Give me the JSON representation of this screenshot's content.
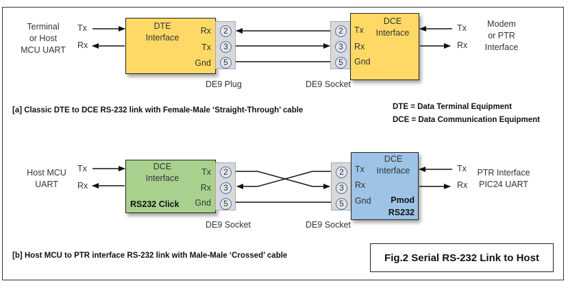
{
  "figure": {
    "title": "Fig.2 Serial RS-232 Link to Host"
  },
  "legend": {
    "dte": "DTE = Data Terminal Equipment",
    "dce": "DCE = Data Communication Equipment"
  },
  "colors": {
    "dte_box": "#FFD966",
    "click_box": "#A9D18E",
    "pmod_box": "#9DC3E6",
    "connector": "#D9D9D9",
    "pin_ring": "#4472C4"
  },
  "diagram_a": {
    "caption": "[a] Classic DTE to DCE RS-232 link with Female-Male ‘Straight-Through’  cable",
    "left_device": [
      "Terminal",
      "or Host",
      "MCU UART"
    ],
    "left_signals": {
      "tx": "Tx",
      "rx": "Rx"
    },
    "left_box": {
      "title": [
        "DTE",
        "Interface"
      ],
      "pins": [
        "Rx",
        "Tx",
        "Gnd"
      ]
    },
    "left_connector": {
      "label": "DE9 Plug",
      "pins": [
        "2",
        "3",
        "5"
      ]
    },
    "right_connector": {
      "label": "DE9 Socket",
      "pins": [
        "2",
        "3",
        "5"
      ]
    },
    "right_box": {
      "title": [
        "DCE",
        "Interface"
      ],
      "pins": [
        "Tx",
        "Rx",
        "Gnd"
      ]
    },
    "right_signals": {
      "tx": "Tx",
      "rx": "Rx"
    },
    "right_device": [
      "Modem",
      "or PTR",
      "Interface"
    ]
  },
  "diagram_b": {
    "caption": "[b] Host MCU to PTR interface RS-232 link with Male-Male ‘Crossed’ cable",
    "left_device": [
      "Host MCU",
      "UART"
    ],
    "left_signals": {
      "tx": "Tx",
      "rx": "Rx"
    },
    "left_box": {
      "title": [
        "DCE",
        "Interface"
      ],
      "name": "RS232 Click",
      "pins": [
        "Tx",
        "Rx",
        "Gnd"
      ]
    },
    "left_connector": {
      "label": "DE9 Socket",
      "pins": [
        "2",
        "3",
        "5"
      ]
    },
    "right_connector": {
      "label": "DE9 Socket",
      "pins": [
        "2",
        "3",
        "5"
      ]
    },
    "right_box": {
      "title": [
        "DCE",
        "Interface"
      ],
      "name": [
        "Pmod",
        "RS232"
      ],
      "pins": [
        "Tx",
        "Rx",
        "Gnd"
      ]
    },
    "right_signals": {
      "tx": "Tx",
      "rx": "Rx"
    },
    "right_device": [
      "PTR Interface",
      "PIC24 UART"
    ]
  }
}
